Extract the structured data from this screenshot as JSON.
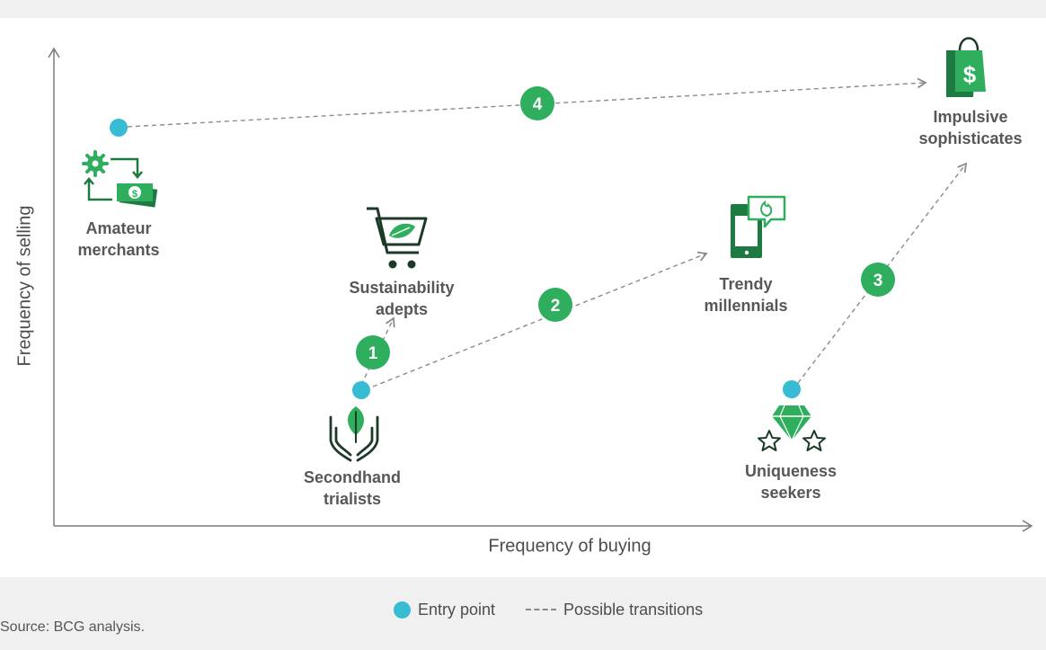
{
  "axes": {
    "x_label": "Frequency of buying",
    "y_label": "Frequency of selling"
  },
  "segments": [
    {
      "id": "amateur-merchants",
      "label": "Amateur\nmerchants",
      "icon": "money-cycle-icon"
    },
    {
      "id": "sustainability-adepts",
      "label": "Sustainability\nadepts",
      "icon": "shopping-cart-leaf-icon"
    },
    {
      "id": "secondhand-trialists",
      "label": "Secondhand\ntrialists",
      "icon": "hands-leaf-icon"
    },
    {
      "id": "trendy-millennials",
      "label": "Trendy\nmillennials",
      "icon": "smartphone-flame-icon"
    },
    {
      "id": "uniqueness-seekers",
      "label": "Uniqueness\nseekers",
      "icon": "diamond-stars-icon"
    },
    {
      "id": "impulsive-sophisticates",
      "label": "Impulsive\nsophisticates",
      "icon": "shopping-bag-dollar-icon"
    }
  ],
  "transitions": [
    {
      "number": "1",
      "from": "secondhand-trialists",
      "to": "sustainability-adepts"
    },
    {
      "number": "2",
      "from": "secondhand-trialists",
      "to": "trendy-millennials"
    },
    {
      "number": "3",
      "from": "uniqueness-seekers",
      "to": "impulsive-sophisticates"
    },
    {
      "number": "4",
      "from": "amateur-merchants",
      "to": "impulsive-sophisticates"
    }
  ],
  "legend": {
    "entry_point": "Entry point",
    "possible_transitions": "Possible transitions"
  },
  "source": "Source: BCG analysis.",
  "colors": {
    "green": "#2fae5e",
    "dark_green": "#1a7a3e",
    "entry_point": "#38bcd4",
    "dash": "#8a8a8a",
    "axis": "#7a7a7a"
  }
}
